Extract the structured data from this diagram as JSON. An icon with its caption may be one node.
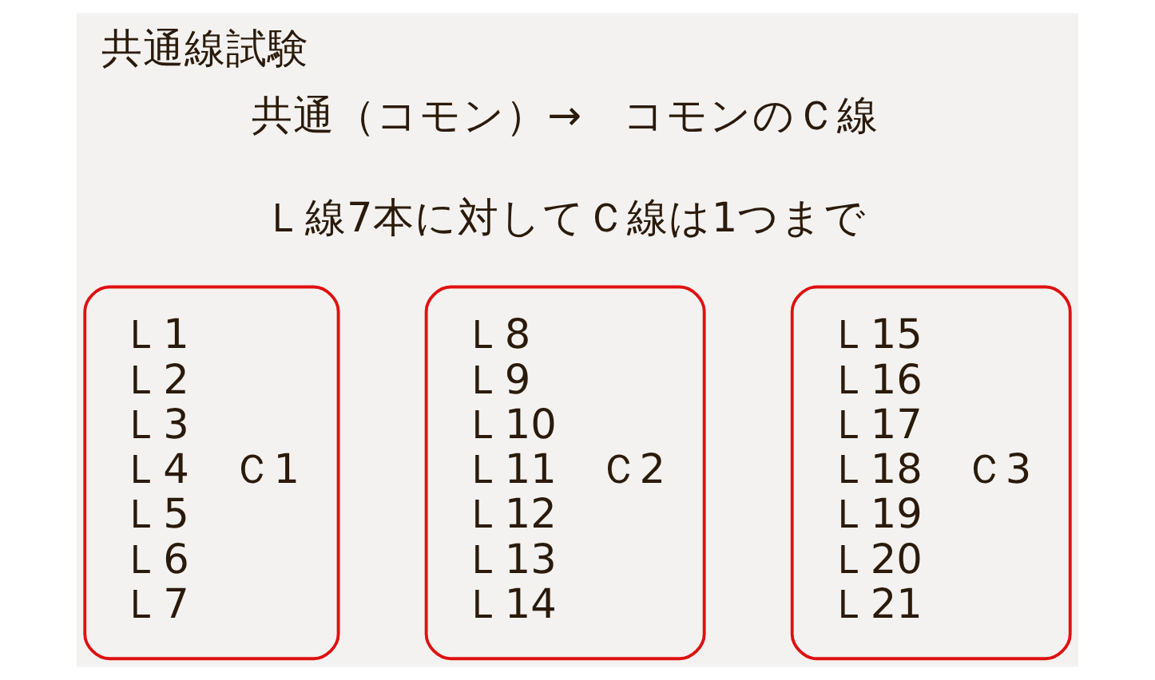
{
  "diagram": {
    "title": "共通線試験",
    "nodes": [
      {
        "text": [
          "Ｌ1",
          "Ｌ2",
          "Ｌ3",
          "Ｌ4",
          "Ｌ5",
          "Ｌ6",
          "Ｌ7",
          "Ｃ1"
        ]
      },
      {
        "text": [
          "Ｌ8",
          "Ｌ9",
          "Ｌ10",
          "Ｌ11",
          "Ｌ12",
          "Ｌ13",
          "Ｌ14",
          "Ｃ2"
        ]
      },
      {
        "text": [
          "Ｌ15",
          "Ｌ16",
          "Ｌ17",
          "Ｌ18",
          "Ｌ19",
          "Ｌ20",
          "Ｌ21",
          "Ｃ3"
        ]
      }
    ],
    "labels": [
      "共通（コモン）→　コモンのＣ線",
      "Ｌ線7本に対してＣ線は1つまで"
    ]
  }
}
